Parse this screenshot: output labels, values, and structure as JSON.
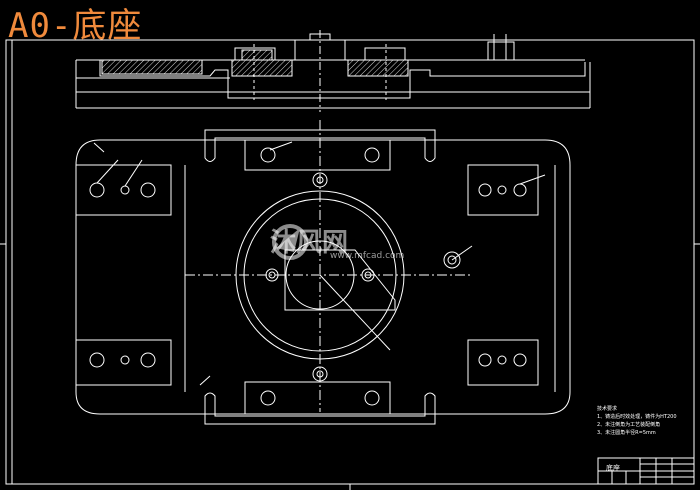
{
  "drawing": {
    "title": "A0-底座",
    "watermark_logo": "沐风网",
    "watermark_url": "www.mfcad.com",
    "colors": {
      "background": "#000000",
      "line": "#ffffff",
      "title": "#f08a3c",
      "hatch": "#d8d8d8"
    },
    "tech_notes": {
      "heading": "技术要求",
      "items": [
        "1、铸造后时效处理，铸件为HT200",
        "2、未注倒角为工艺装配倒角",
        "3、未注圆角半径R=5mm"
      ]
    },
    "title_block": {
      "part_name": "底座"
    }
  }
}
